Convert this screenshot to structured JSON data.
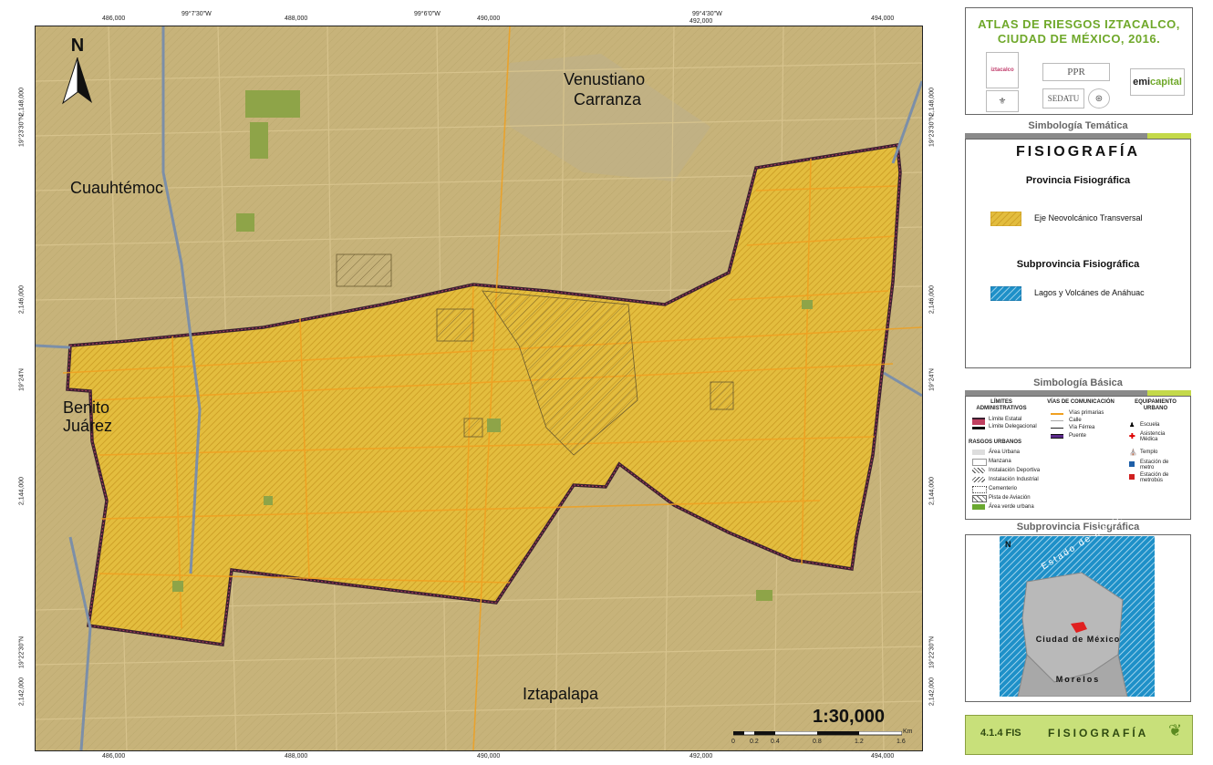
{
  "map": {
    "coords_top": [
      "486,000",
      "99°7'30\"W",
      "488,000",
      "99°6'0\"W",
      "490,000",
      "99°4'30\"W",
      "492,000",
      "494,000"
    ],
    "coords_bottom": [
      "486,000",
      "488,000",
      "490,000",
      "492,000",
      "494,000"
    ],
    "coords_left": [
      "2,148,000",
      "19°23'30\"N",
      "2,146,000",
      "19°24'N",
      "2,144,000",
      "19°22'30\"N",
      "2,142,000"
    ],
    "coords_right": [
      "2,148,000",
      "19°23'30\"N",
      "2,146,000",
      "19°24'N",
      "2,144,000",
      "19°22'30\"N",
      "2,142,000"
    ],
    "places": {
      "venustiano": "Venustiano",
      "carranza": "Carranza",
      "cuauhtemoc": "Cuauhtémoc",
      "benito": "Benito",
      "juarez": "Juárez",
      "iztapalapa": "Iztapalapa"
    },
    "north": "N",
    "scale_ratio": "1:30,000",
    "scale_ticks": [
      "0",
      "0.2",
      "0.4",
      "0.8",
      "1.2",
      "1.6"
    ],
    "scale_unit": "Km",
    "colors": {
      "base": "#c7b37a",
      "iztacalco": "#e3bd3e",
      "boundary": "#3a2030",
      "road_primary": "#f0a020",
      "metro": "#7c8fa8"
    }
  },
  "panel": {
    "title_line1": "ATLAS DE RIESGOS IZTACALCO,",
    "title_line2": "CIUDAD DE MÉXICO, 2016.",
    "logo_iztacalco": "iztacalco",
    "logo_ppr": "PPR",
    "logo_sedatu": "SEDATU",
    "logo_emi_a": "emi",
    "logo_emi_b": "capital",
    "tematica": {
      "header": "Simbología Temática",
      "title": "FISIOGRAFÍA",
      "provincia": "Provincia Fisiográfica",
      "provincia_item": "Eje Neovolcánico Transversal",
      "subprovincia": "Subprovincia Fisiográfica",
      "subprovincia_item": "Lagos y Volcánes de Anáhuac"
    },
    "basica": {
      "header": "Simbología Básica",
      "limites_h": "LÍMITES ADMINISTRATIVOS",
      "limite_estatal": "Límite Estatal",
      "limite_delegacional": "Límite Delegacional",
      "rasgos_h": "RASGOS URBANOS",
      "rasgos": [
        "Área Urbana",
        "Manzana",
        "Instalación Deportiva",
        "Instalación Industrial",
        "Cementerio",
        "Pista de Aviación",
        "Área verde urbana"
      ],
      "vias_h": "VÍAS DE COMUNICACIÓN",
      "vias": [
        "Vías primarias",
        "Calle",
        "Vía Férrea",
        "Puente"
      ],
      "equip_h": "EQUIPAMIENTO URBANO",
      "equip": [
        "Escuela",
        "Asistencia Médica",
        "Templo",
        "Estación de metro",
        "Estación de metrobús"
      ]
    },
    "inset": {
      "header": "Subprovincia Fisiográfica",
      "estado": "Estado de México",
      "ciudad": "Ciudad de México",
      "morelos": "Morelos",
      "north": "N"
    },
    "footer": {
      "code": "4.1.4 FIS",
      "title": "FISIOGRAFÍA"
    },
    "colors": {
      "title_green": "#6fa82a",
      "bar_grey": "#8a8a8a",
      "bar_lime": "#c4d94a",
      "footer_bg": "#c8e07a"
    }
  }
}
